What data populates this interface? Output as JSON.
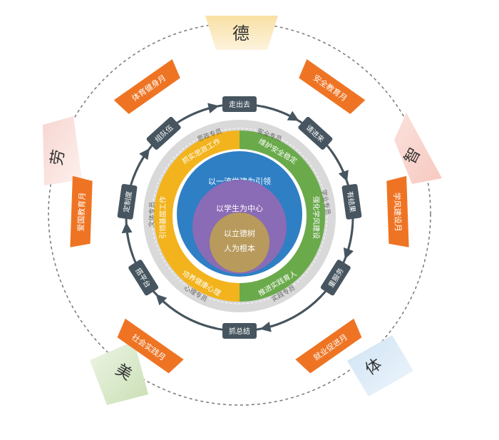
{
  "center": {
    "line1": "以立德树",
    "line2": "人为根本"
  },
  "ring_student": "以学生为中心",
  "ring_party": "以一流党建为引领",
  "green_items": [
    "维护安全稳定",
    "强化学风建设",
    "推进实践育人"
  ],
  "orange_items": [
    "抓实思政工作",
    "引领基层工作",
    "培养健康心理"
  ],
  "gray_labels": [
    "思政专员",
    "安全专员",
    "学业专员",
    "实践专员",
    "心理专员",
    "文体专员"
  ],
  "stations": [
    "走出去",
    "请进来",
    "有结果",
    "重服务",
    "抓总结",
    "搭平台",
    "定制度",
    "组队伍"
  ],
  "months": [
    "安全教育月",
    "学风建设月",
    "就业促进月",
    "社会实践月",
    "爱国教育月",
    "体育健身月"
  ],
  "corners": {
    "de": "德",
    "zhi": "智",
    "ti": "体",
    "mei": "美",
    "lao": "劳"
  },
  "colors": {
    "blue": "#2f7fc5",
    "purple": "#8a6bb5",
    "tan": "#b89a5c",
    "green": "#6aaa4b",
    "orange_ring": "#f2b31d",
    "orange_month": "#ee7424",
    "station_gray": "#46555f",
    "gray_band": "#d9d9d9"
  }
}
